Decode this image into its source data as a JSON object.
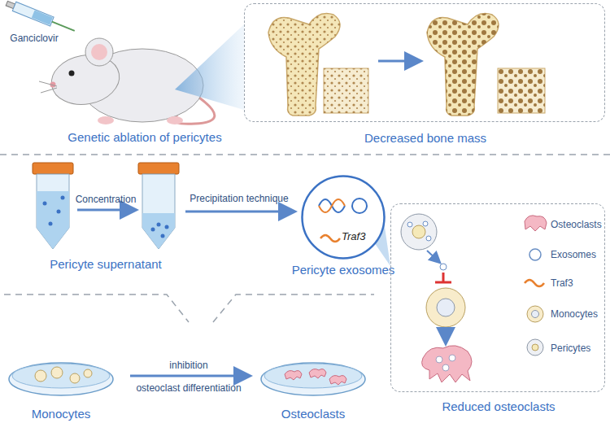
{
  "diagram": {
    "nodes": [
      {
        "text": [
          "Decreased bone mass"
        ]
      },
      {
        "text": [
          "Pericyte exosomes",
          "Traf3"
        ]
      },
      {
        "text": [
          "Reduced osteoclasts"
        ]
      }
    ],
    "edges": [
      {
        "from": 1,
        "to": 2,
        "arrow": "none"
      }
    ],
    "labels": [
      "Ganciclovir",
      "Genetic ablation of pericytes",
      "Concentration",
      "Precipitation technique",
      "Pericyte supernatant",
      "Monocytes",
      "inhibition",
      "osteoclast differentiation",
      "Osteoclasts"
    ],
    "legend": [
      {
        "text": "Osteoclasts"
      },
      {
        "text": "Exosomes"
      },
      {
        "text": "Traf3"
      },
      {
        "text": "Monocytes"
      },
      {
        "text": "Pericytes"
      }
    ]
  }
}
